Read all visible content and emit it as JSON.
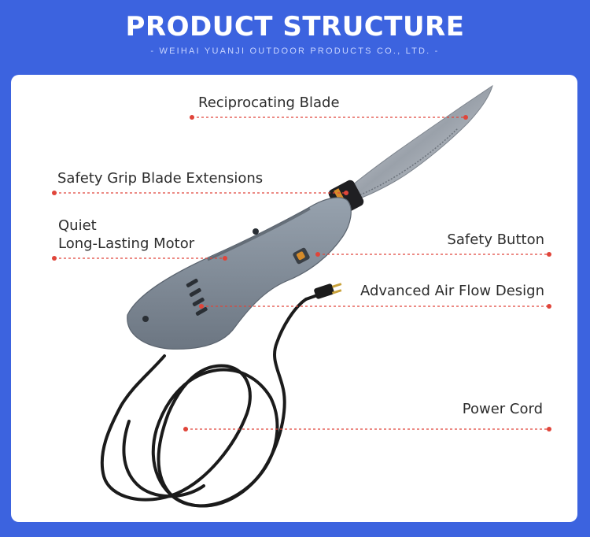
{
  "header": {
    "title": "PRODUCT STRUCTURE",
    "subtitle": "- WEIHAI YUANJI OUTDOOR PRODUCTS CO., LTD. -"
  },
  "colors": {
    "background": "#3c63df",
    "panel": "#ffffff",
    "callout_line": "#e0453a",
    "handle": "#7f8a97",
    "blade": "#b8bec6",
    "cord": "#1a1a1a"
  },
  "callouts": [
    {
      "id": "reciprocating-blade",
      "lines": [
        "Reciprocating Blade"
      ]
    },
    {
      "id": "safety-grip",
      "lines": [
        "Safety Grip Blade Extensions"
      ]
    },
    {
      "id": "motor",
      "lines": [
        "Quiet",
        "Long-Lasting Motor"
      ]
    },
    {
      "id": "safety-button",
      "lines": [
        "Safety Button"
      ]
    },
    {
      "id": "air-flow",
      "lines": [
        "Advanced Air Flow Design"
      ]
    },
    {
      "id": "power-cord",
      "lines": [
        "Power Cord"
      ]
    }
  ]
}
